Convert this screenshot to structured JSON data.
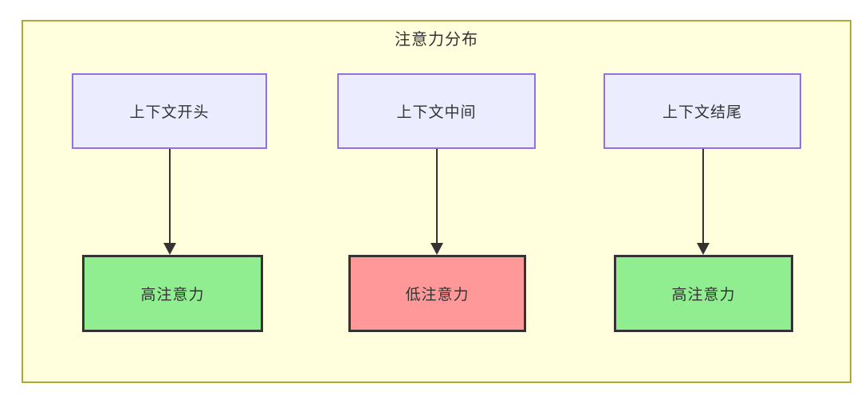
{
  "diagram": {
    "title": "注意力分布",
    "type": "flowchart",
    "top_nodes": [
      {
        "id": "ctx-start",
        "label": "上下文开头"
      },
      {
        "id": "ctx-middle",
        "label": "上下文中间"
      },
      {
        "id": "ctx-end",
        "label": "上下文结尾"
      }
    ],
    "bottom_nodes": [
      {
        "id": "res-1",
        "label": "高注意力",
        "state": "high"
      },
      {
        "id": "res-2",
        "label": "低注意力",
        "state": "low"
      },
      {
        "id": "res-3",
        "label": "高注意力",
        "state": "high"
      }
    ],
    "edges": [
      {
        "from": "ctx-start",
        "to": "res-1"
      },
      {
        "from": "ctx-middle",
        "to": "res-2"
      },
      {
        "from": "ctx-end",
        "to": "res-3"
      }
    ],
    "colors": {
      "container_bg": "#ffffde",
      "container_border": "#aaaa33",
      "context_node_bg": "#ececff",
      "context_node_border": "#9370db",
      "high_attention_bg": "#90ee90",
      "low_attention_bg": "#ff9999",
      "result_node_border": "#333333",
      "arrow": "#333333",
      "text": "#333333",
      "page_bg": "#ffffff"
    }
  }
}
